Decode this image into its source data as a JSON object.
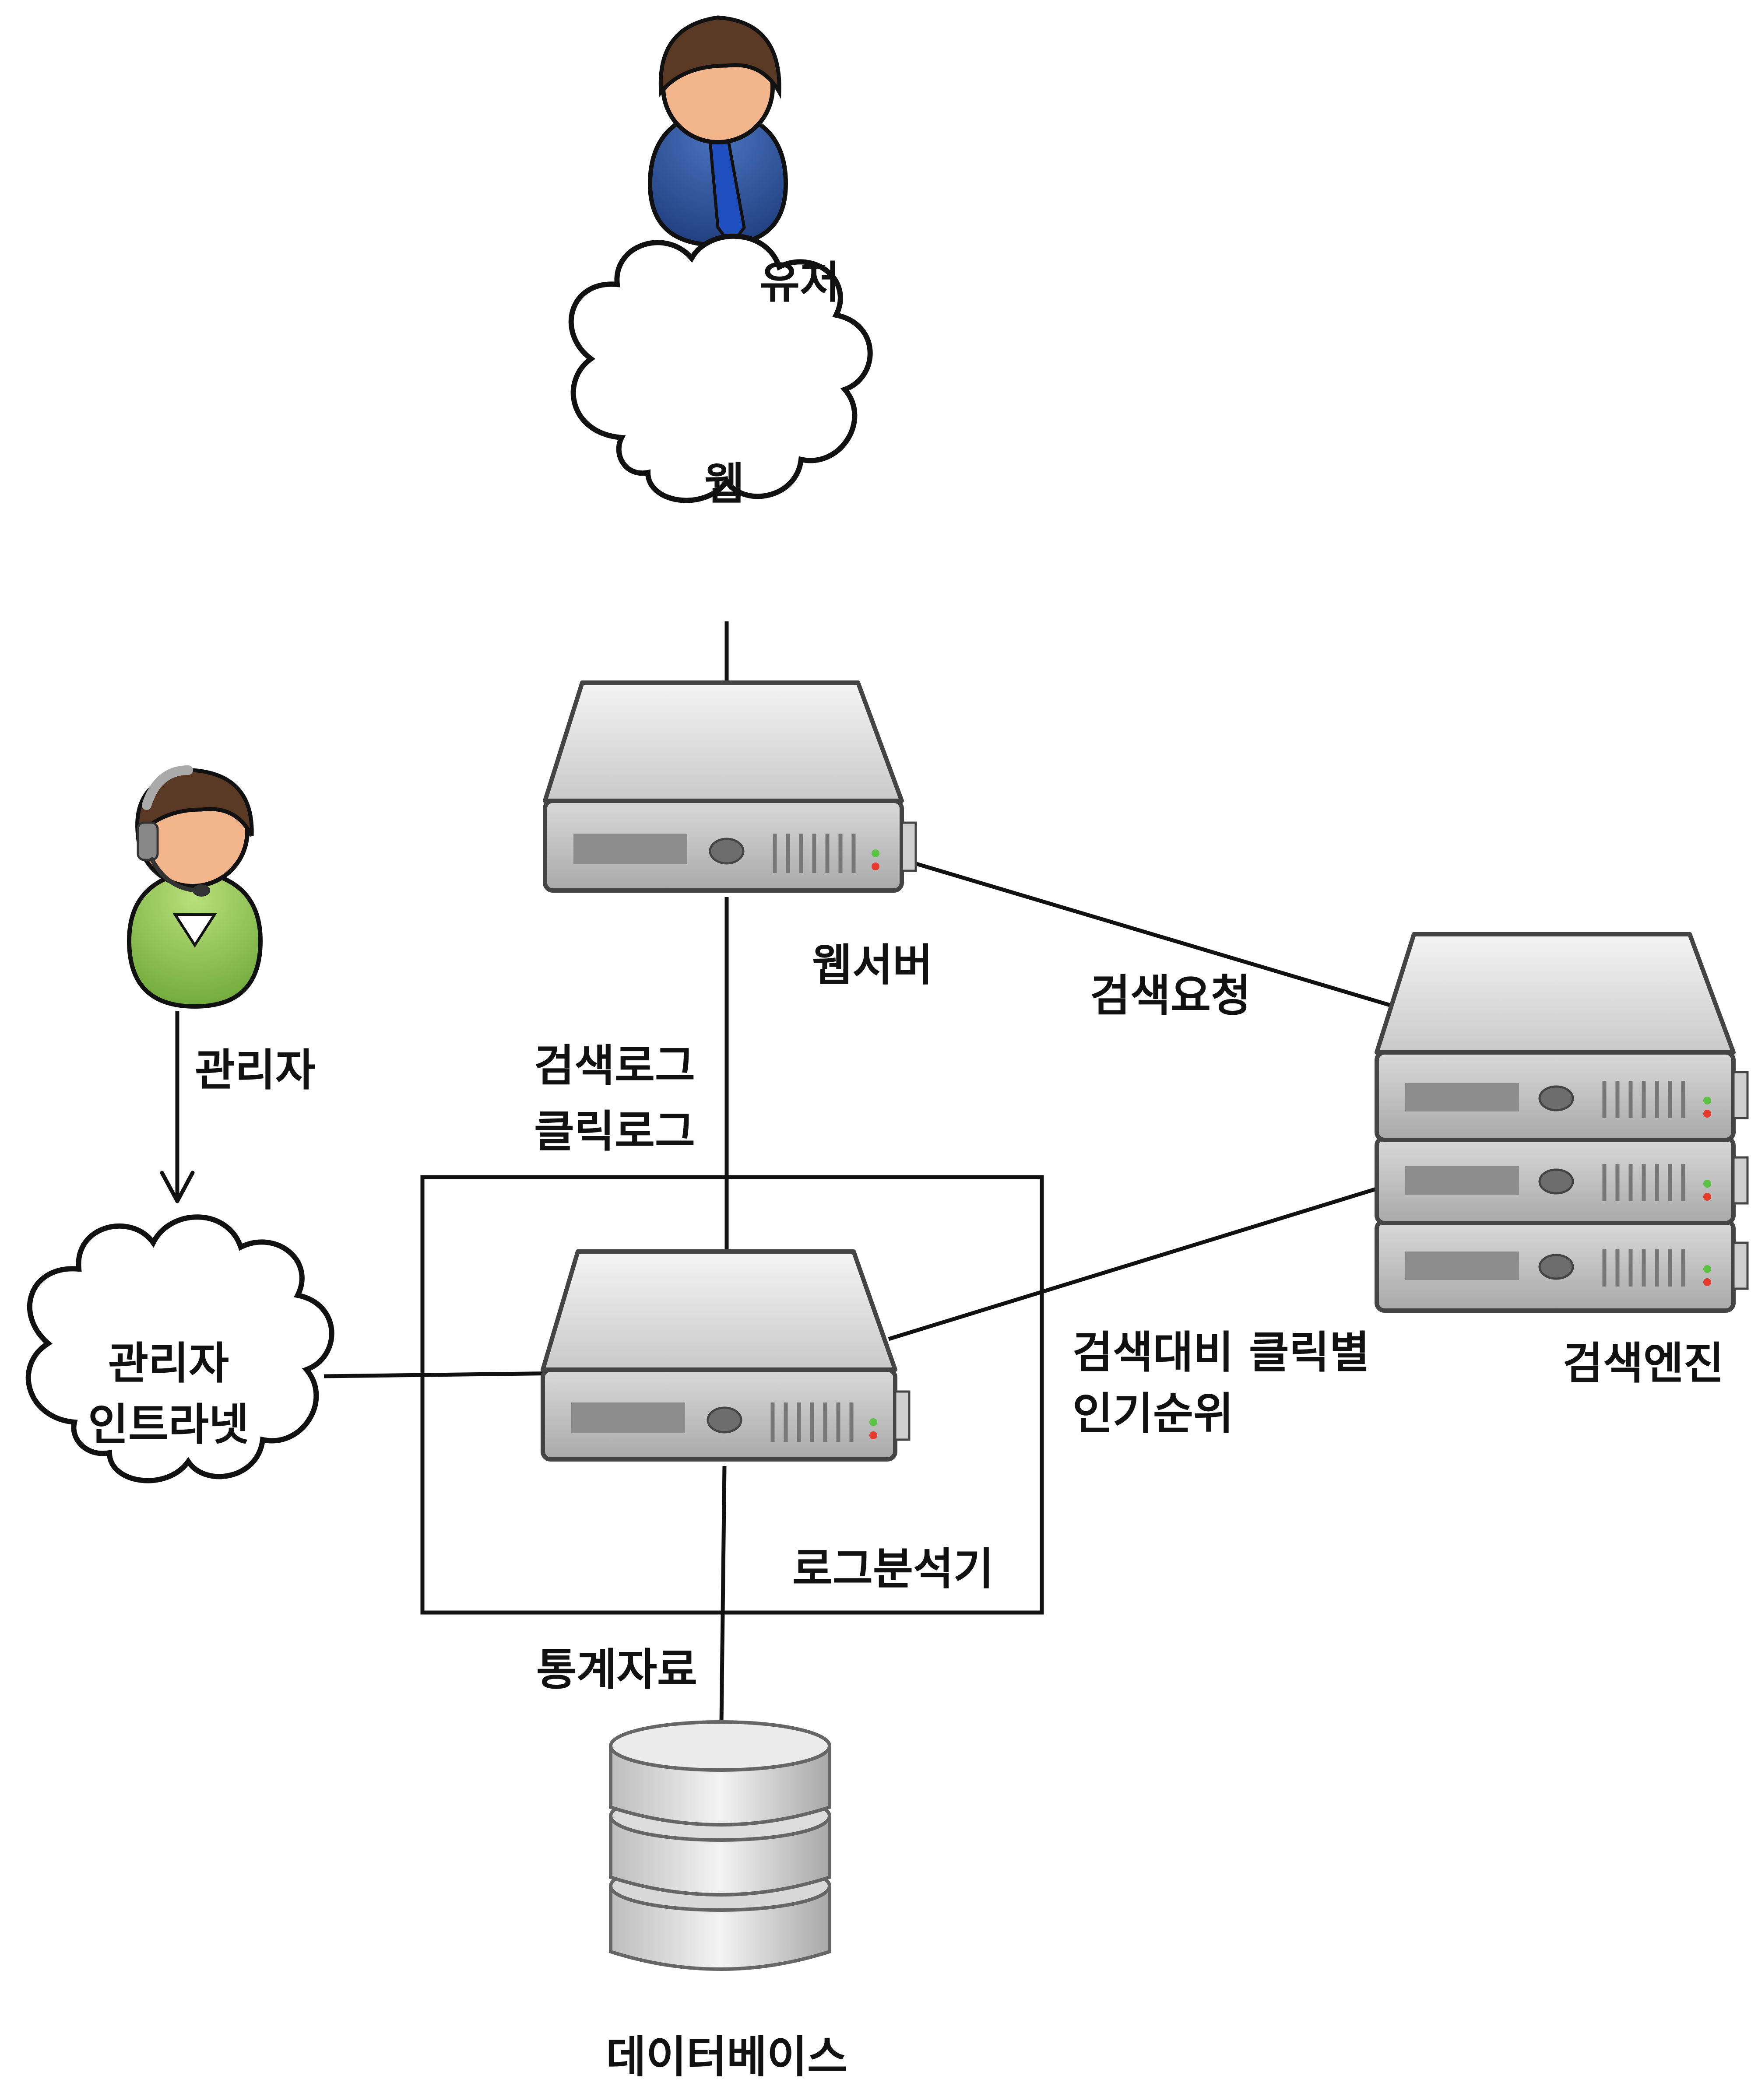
{
  "nodes": {
    "user": {
      "label": "유저",
      "icon": "user-icon"
    },
    "web": {
      "label": "웹",
      "icon": "cloud-icon"
    },
    "web_server": {
      "label": "웹서버",
      "icon": "server-icon"
    },
    "admin": {
      "label": "관리자",
      "icon": "admin-headset-icon"
    },
    "intranet": {
      "label_lines": [
        "관리자",
        "인트라넷"
      ],
      "icon": "cloud-icon"
    },
    "log_analyzer": {
      "label": "로그분석기",
      "icon": "server-icon"
    },
    "search_engine": {
      "label": "검색엔진",
      "icon": "server-stack-icon"
    },
    "database": {
      "label": "데이터베이스",
      "icon": "database-icon"
    }
  },
  "edges": {
    "search_request": {
      "label": "검색요청"
    },
    "logs": {
      "label_lines": [
        "검색로그",
        "클릭로그"
      ]
    },
    "ranking": {
      "label_lines": [
        "검색대비 클릭별",
        "인기순위"
      ]
    },
    "stats": {
      "label": "통계자료"
    }
  },
  "colors": {
    "stroke": "#111111",
    "server_light": "#e8e8e8",
    "server_dark": "#9a9a9a",
    "user_suit": "#2f5597",
    "user_tie": "#1f4fbf",
    "admin_shirt": "#8bc34a",
    "hair": "#5a3a25",
    "skin": "#f2b48a"
  }
}
